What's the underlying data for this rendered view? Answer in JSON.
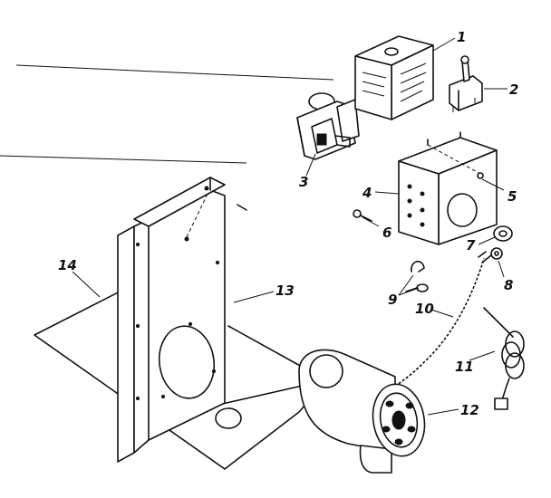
{
  "callouts": [
    {
      "id": "1",
      "text": "1"
    },
    {
      "id": "2",
      "text": "2"
    },
    {
      "id": "3",
      "text": "3"
    },
    {
      "id": "4",
      "text": "4"
    },
    {
      "id": "5",
      "text": "5"
    },
    {
      "id": "6",
      "text": "6"
    },
    {
      "id": "7",
      "text": "7"
    },
    {
      "id": "8",
      "text": "8"
    },
    {
      "id": "9",
      "text": "9"
    },
    {
      "id": "10",
      "text": "10"
    },
    {
      "id": "11",
      "text": "11"
    },
    {
      "id": "12",
      "text": "12"
    },
    {
      "id": "13",
      "text": "13"
    },
    {
      "id": "14",
      "text": "14"
    }
  ],
  "colors": {
    "ink": "#111111",
    "paper": "#ffffff"
  }
}
